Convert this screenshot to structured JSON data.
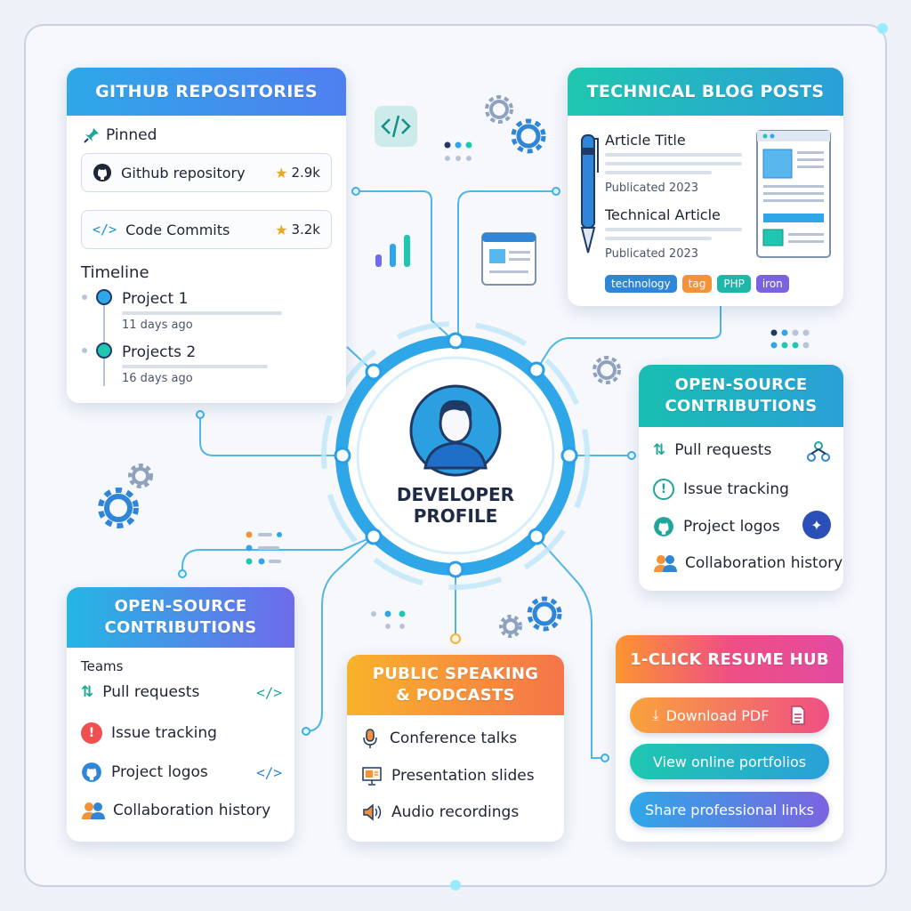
{
  "github": {
    "title": "GITHUB REPOSITORIES",
    "pinned": "Pinned",
    "repo": {
      "label": "Github repository",
      "stars": "2.9k"
    },
    "commits": {
      "label": "Code Commits",
      "stars": "3.2k"
    },
    "timeline": "Timeline",
    "items": [
      {
        "label": "Project  1",
        "time": "11 days ago"
      },
      {
        "label": "Projects 2",
        "time": "16 days ago"
      }
    ]
  },
  "blog": {
    "title": "TECHNICAL BLOG POSTS",
    "article1": "Article Title",
    "date1": "Publicated 2023",
    "article2": "Technical Article",
    "date2": "Publicated 2023",
    "tags": [
      {
        "label": "technology",
        "color": "#2f86d8"
      },
      {
        "label": "tag",
        "color": "#f4923a"
      },
      {
        "label": "PHP",
        "color": "#1fb5a8"
      },
      {
        "label": "iron",
        "color": "#7b63e0"
      }
    ]
  },
  "hub": {
    "line1": "DEVELOPER",
    "line2": "PROFILE"
  },
  "oss_right": {
    "title1": "OPEN-SOURCE",
    "title2": "CONTRIBUTIONS",
    "items": [
      "Pull requests",
      "Issue tracking",
      "Project logos",
      "Collaboration history"
    ]
  },
  "oss_left": {
    "title1": "OPEN-SOURCE",
    "title2": "CONTRIBUTIONS",
    "teams": "Teams",
    "items": [
      "Pull requests",
      "Issue tracking",
      "Project logos",
      "Collaboration history"
    ]
  },
  "speaking": {
    "title1": "PUBLIC SPEAKING",
    "title2": "& PODCASTS",
    "items": [
      "Conference talks",
      "Presentation slides",
      "Audio recordings"
    ]
  },
  "resume": {
    "title": "1-CLICK RESUME HUB",
    "download": "Download PDF",
    "portfolio": "View online portfolios",
    "share": "Share professional links"
  }
}
